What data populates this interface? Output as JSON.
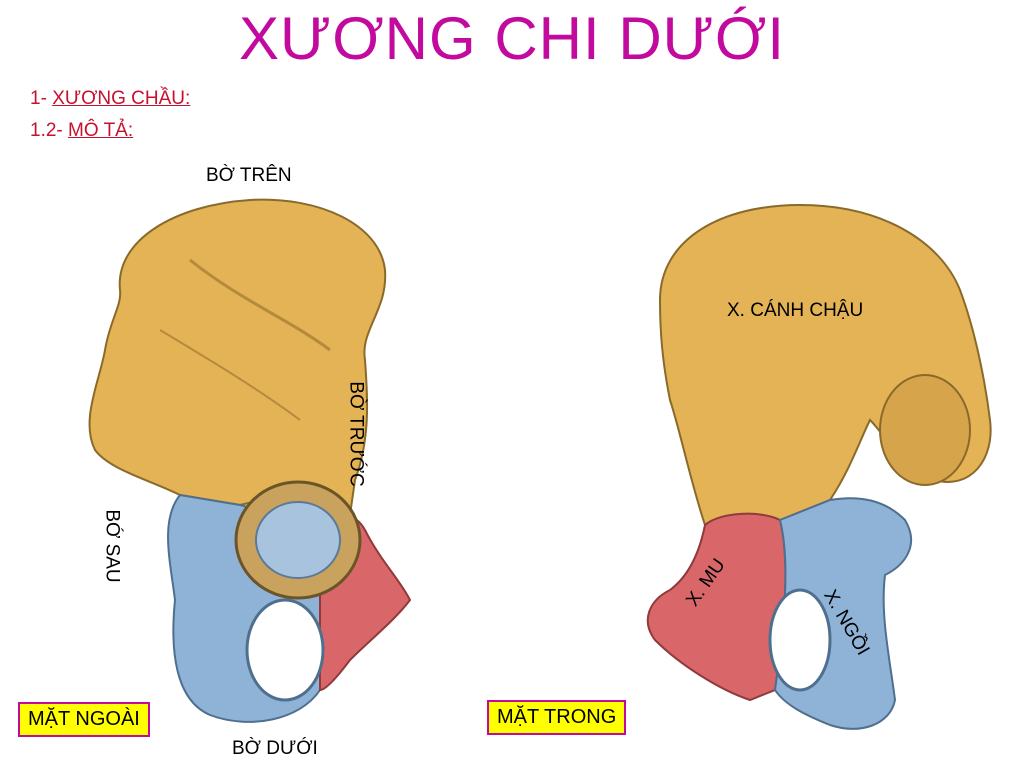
{
  "title": "XƯƠNG CHI DƯỚI",
  "section": {
    "number": "1-",
    "name": "XƯƠNG CHẦU:"
  },
  "subsection": {
    "number": "1.2-",
    "name": "MÔ TẢ:"
  },
  "left_figure": {
    "top_label": "BỜ TRÊN",
    "front_label": "BỜ TRƯỚC",
    "back_label": "BỚ SAU",
    "bottom_label": "BỜ DƯỚI",
    "view_label": "MẶT NGOÀI"
  },
  "right_figure": {
    "ilium_label": "X. CÁNH CHẬU",
    "pubis_label": "X. MU",
    "ischium_label": "X. NGỒI",
    "view_label": "MẶT TRONG"
  },
  "colors": {
    "title": "#c20a9e",
    "heading": "#c8102e",
    "ilium": "#e3b356",
    "ischium": "#8fb3d6",
    "pubis": "#d9676a",
    "box_fill": "#ffff00",
    "box_border": "#c20a9e"
  }
}
